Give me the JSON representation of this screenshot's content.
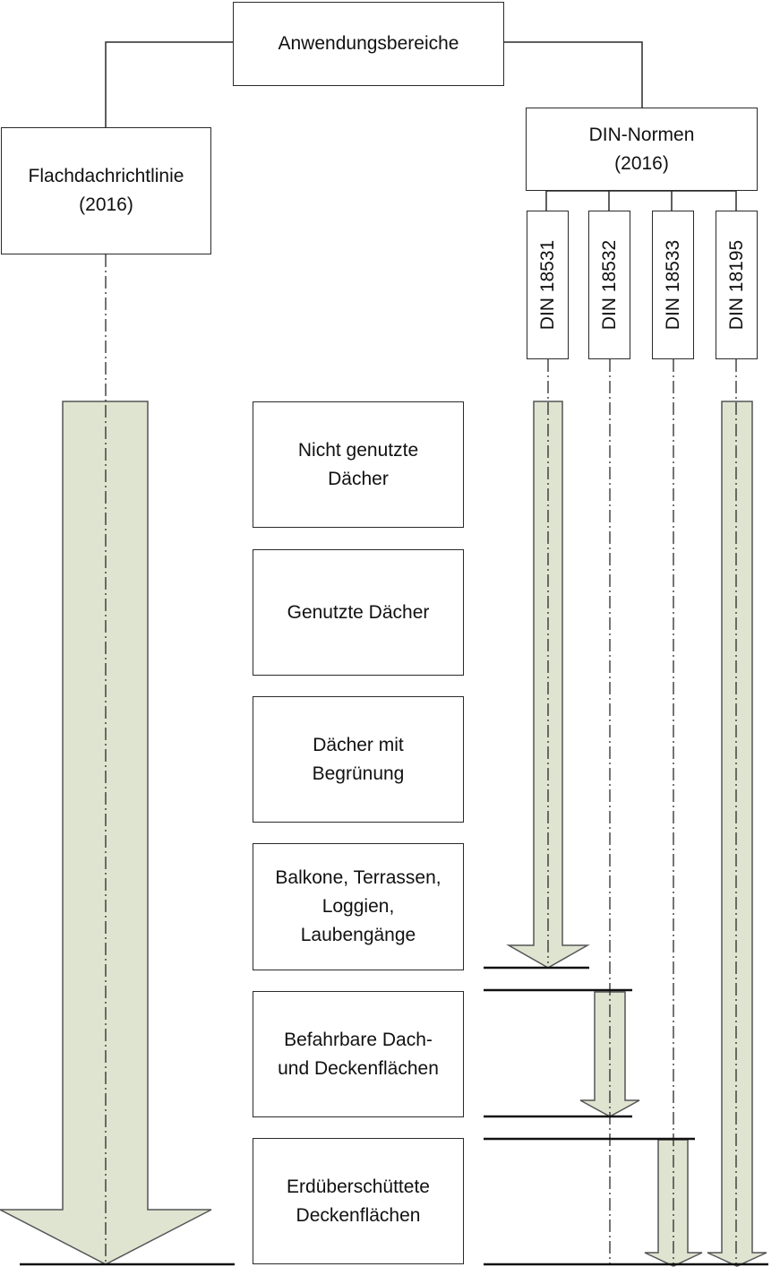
{
  "root": {
    "label": "Anwendungsbereiche"
  },
  "left_branch": {
    "label": "Flachdachrichtlinie\n(2016)"
  },
  "right_branch": {
    "label": "DIN-Normen\n(2016)",
    "standards": [
      "DIN 18531",
      "DIN 18532",
      "DIN 18533",
      "DIN 18195"
    ]
  },
  "categories": [
    "Nicht genutzte\nDächer",
    "Genutzte Dächer",
    "Dächer mit\nBegrünung",
    "Balkone, Terrassen,\nLoggien,\nLaubengänge",
    "Befahrbare Dach-\nund Deckenflächen",
    "Erdüberschüttete\nDeckenflächen"
  ],
  "coverage": {
    "Flachdachrichtlinie": {
      "from_category": 1,
      "to_category": 6
    },
    "DIN 18531": {
      "from_category": 1,
      "to_category": 4
    },
    "DIN 18532": {
      "from_category": 5,
      "to_category": 5
    },
    "DIN 18533": {
      "from_category": 6,
      "to_category": 6
    },
    "DIN 18195": {
      "from_category": 1,
      "to_category": 6
    }
  },
  "colors": {
    "arrow_fill": "#dfe4d1",
    "stroke": "#2a2a2a"
  }
}
